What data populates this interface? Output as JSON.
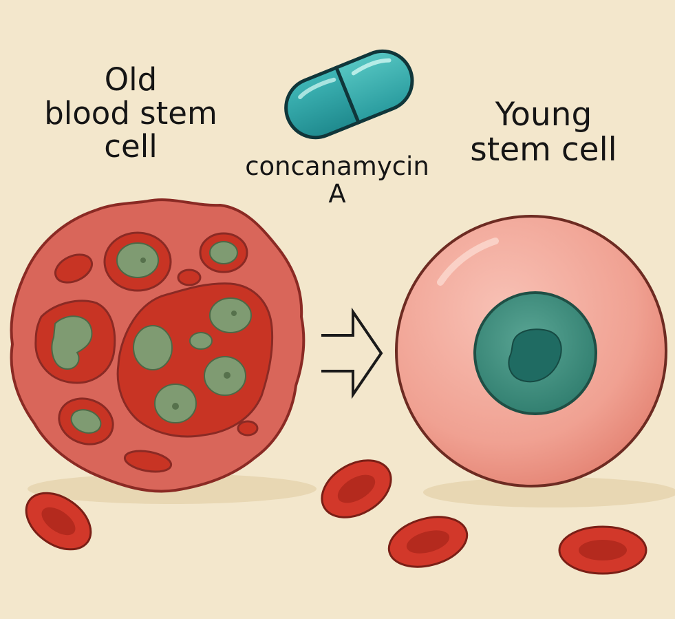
{
  "labels": {
    "old_cell": [
      "Old",
      "blood stem",
      "cell"
    ],
    "drug": [
      "concanamycin",
      "A"
    ],
    "young_cell": [
      "Young",
      "stem cell"
    ]
  },
  "colors": {
    "background": "#f3e7cc",
    "old_cell_body": "#d9665a",
    "old_cell_outline": "#8a2a24",
    "old_cell_inner_red": "#c83424",
    "organelle_green": "#7f9b72",
    "young_cell_body": "#f1a294",
    "young_cell_outline": "#6d2b22",
    "young_nucleus": "#3f8f7e",
    "young_nucleolus": "#1f6b62",
    "capsule_teal": "#2fa5a8",
    "capsule_outline": "#10363a",
    "red_blood_cell": "#d2382a",
    "arrow": "#1a1a1a"
  },
  "icons": {
    "drug": "capsule-icon",
    "transition": "arrow-right-icon"
  }
}
